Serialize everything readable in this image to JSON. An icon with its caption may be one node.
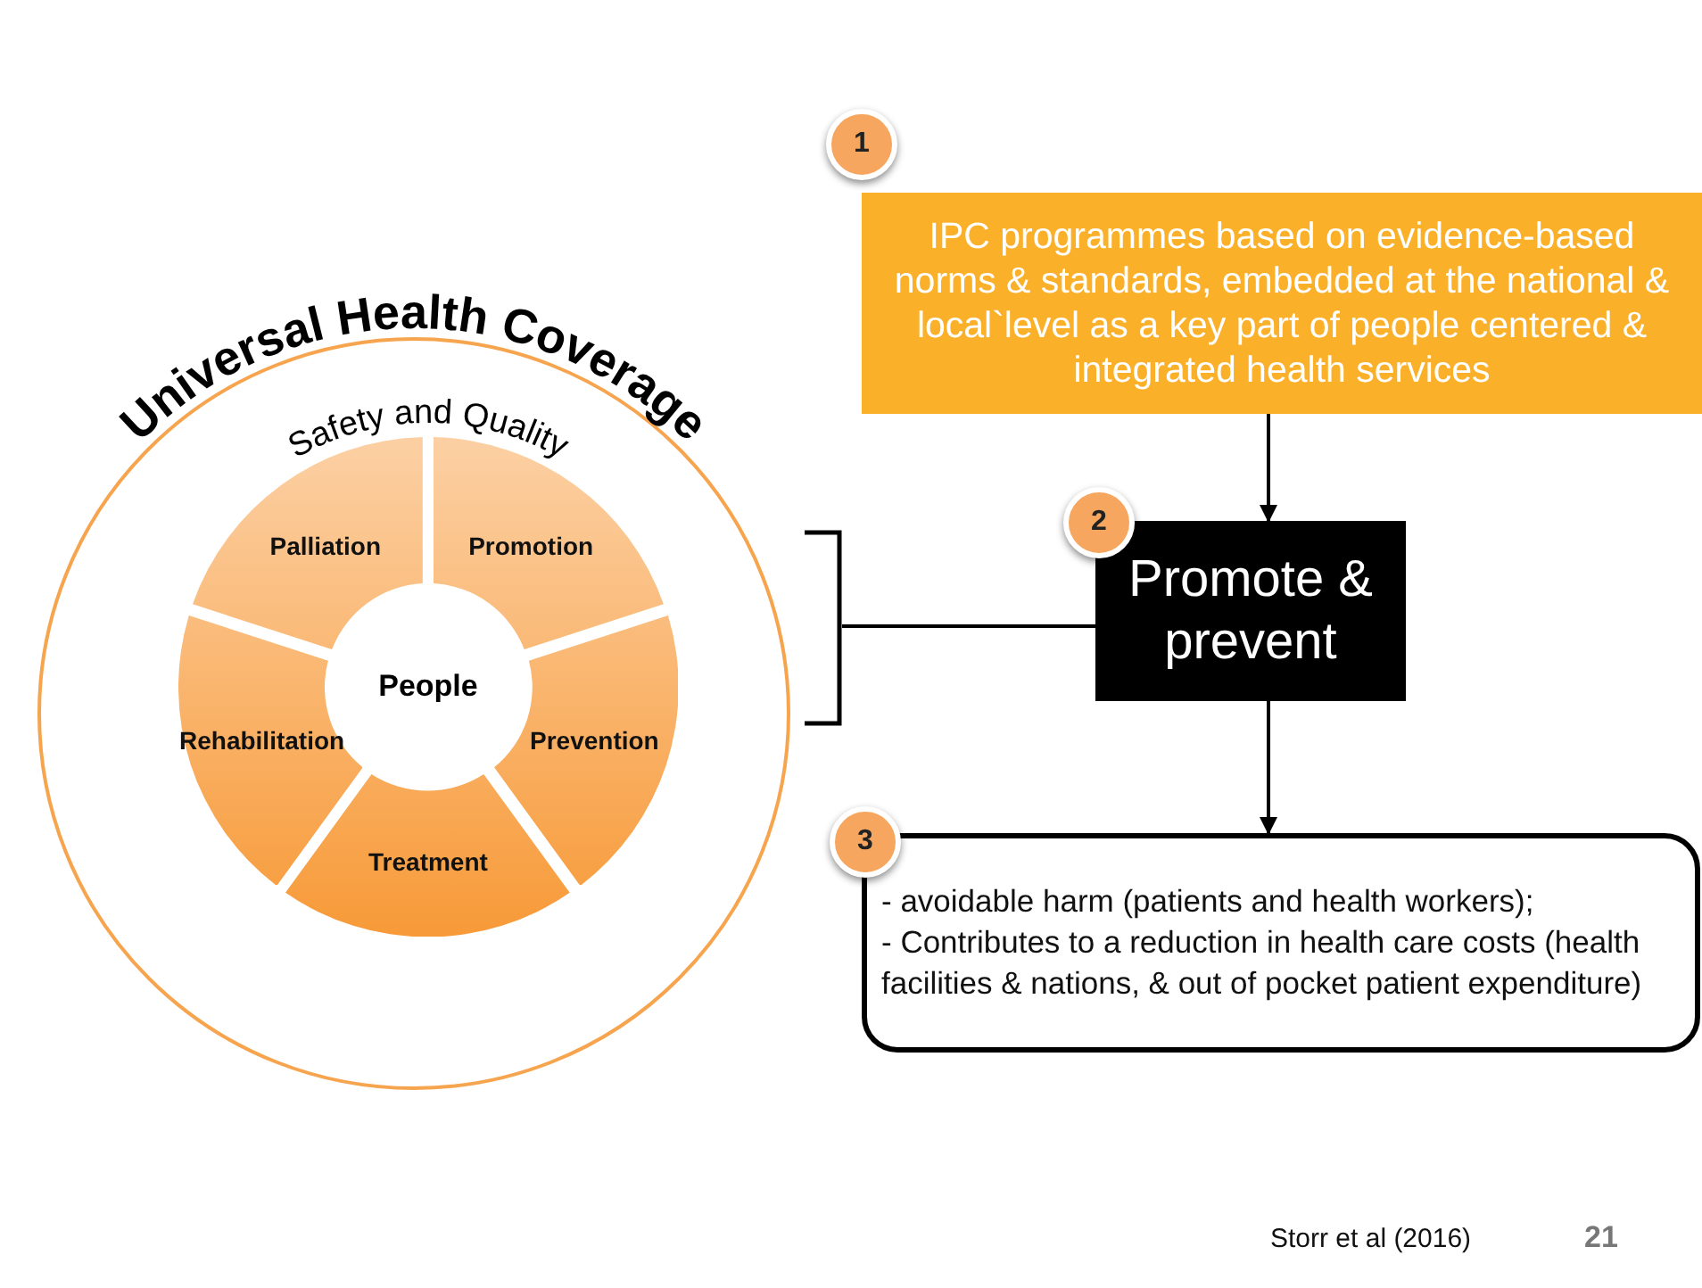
{
  "diagram": {
    "nodes": [
      {
        "text": [
          "Universal Health Coverage",
          "Safety and Quality"
        ]
      },
      {
        "text": [
          "Palliation"
        ],
        "in": 0
      },
      {
        "text": [
          "Promotion"
        ],
        "in": 0
      },
      {
        "text": [
          "Rehabilitation"
        ],
        "in": 0
      },
      {
        "text": [
          "People"
        ],
        "in": 0
      },
      {
        "text": [
          "Prevention"
        ],
        "in": 0
      },
      {
        "text": [
          "Treatment"
        ],
        "in": 0
      },
      {
        "text": [],
        "shape": "bracket"
      },
      {
        "text": [
          "1"
        ]
      },
      {
        "text": [
          "IPC programmes based on evidence-based norms & standards, embedded at the national & local`level as a key part of people centered & integrated health services"
        ]
      },
      {
        "text": [
          "2"
        ]
      },
      {
        "text": [
          "Promote & prevent"
        ]
      },
      {
        "text": [
          "3"
        ]
      },
      {
        "text": [
          "- avoidable harm (patients and health workers);",
          "- Contributes to a reduction in health care costs (health facilities & nations, & out of pocket patient expenditure)"
        ]
      }
    ],
    "edges": [
      {
        "from": 9,
        "to": 11,
        "arrow": "to"
      },
      {
        "from": 11,
        "to": 13,
        "arrow": "to"
      },
      {
        "from": 7,
        "to": 11,
        "arrow": "none"
      }
    ],
    "labels": [
      "Storr et al (2016)",
      "21"
    ]
  }
}
